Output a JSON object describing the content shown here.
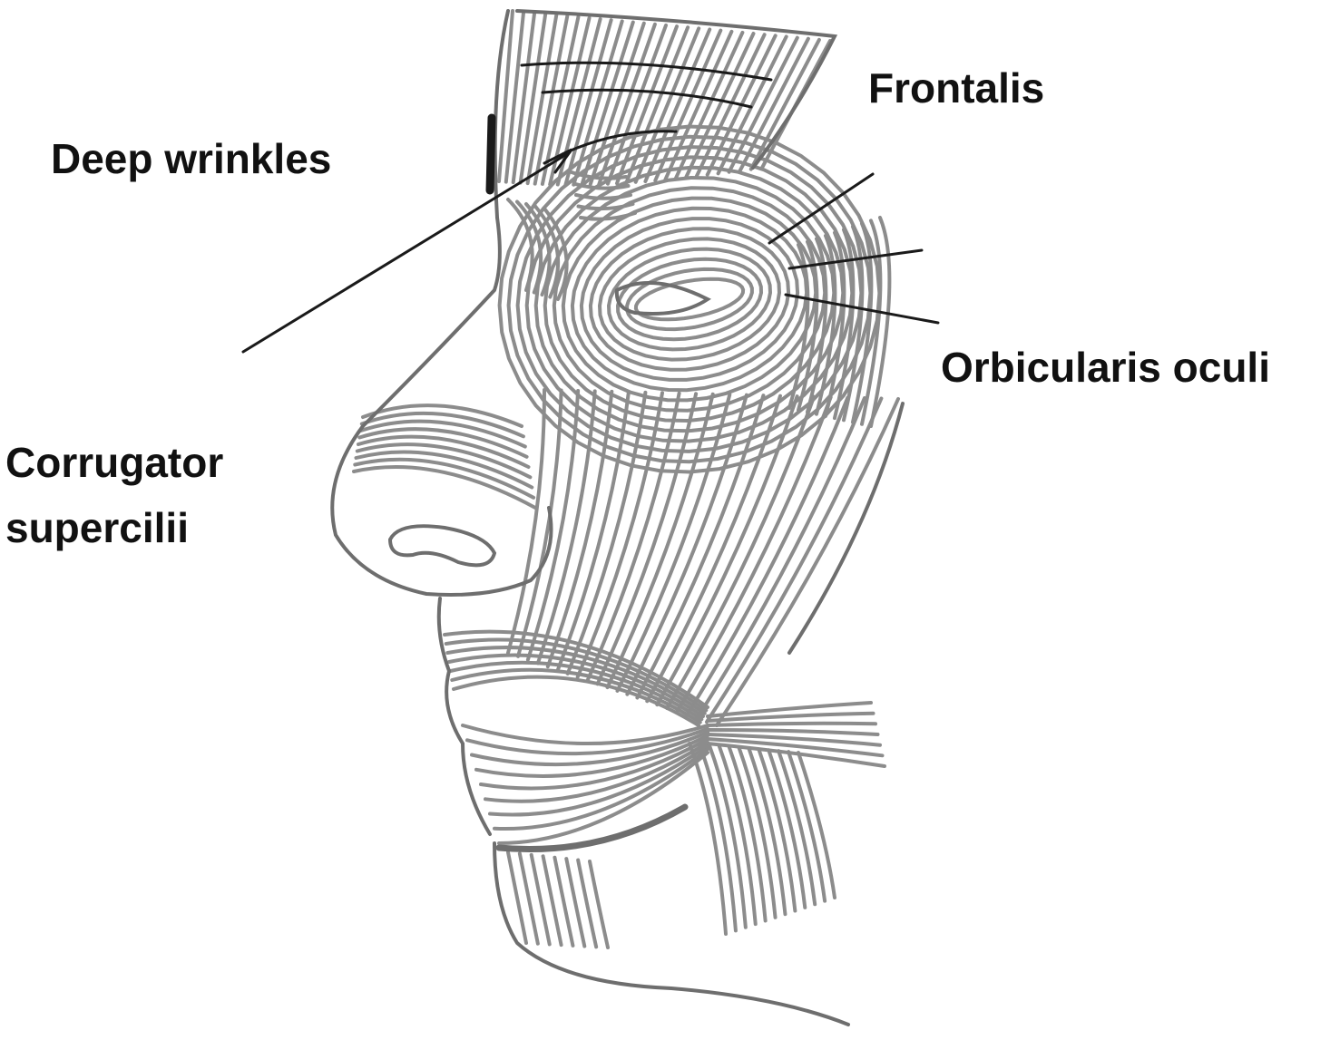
{
  "labels": {
    "deep_wrinkles": "Deep wrinkles",
    "frontalis": "Frontalis",
    "orbicularis_oculi": "Orbicularis oculi",
    "corrugator_line1": "Corrugator",
    "corrugator_line2": "supercilii"
  },
  "colors": {
    "muscle_stroke": "#8c8c8c",
    "outline_stroke": "#6e6e6e",
    "leader_stroke": "#1a1a1a",
    "text": "#111111",
    "background": "#ffffff"
  }
}
